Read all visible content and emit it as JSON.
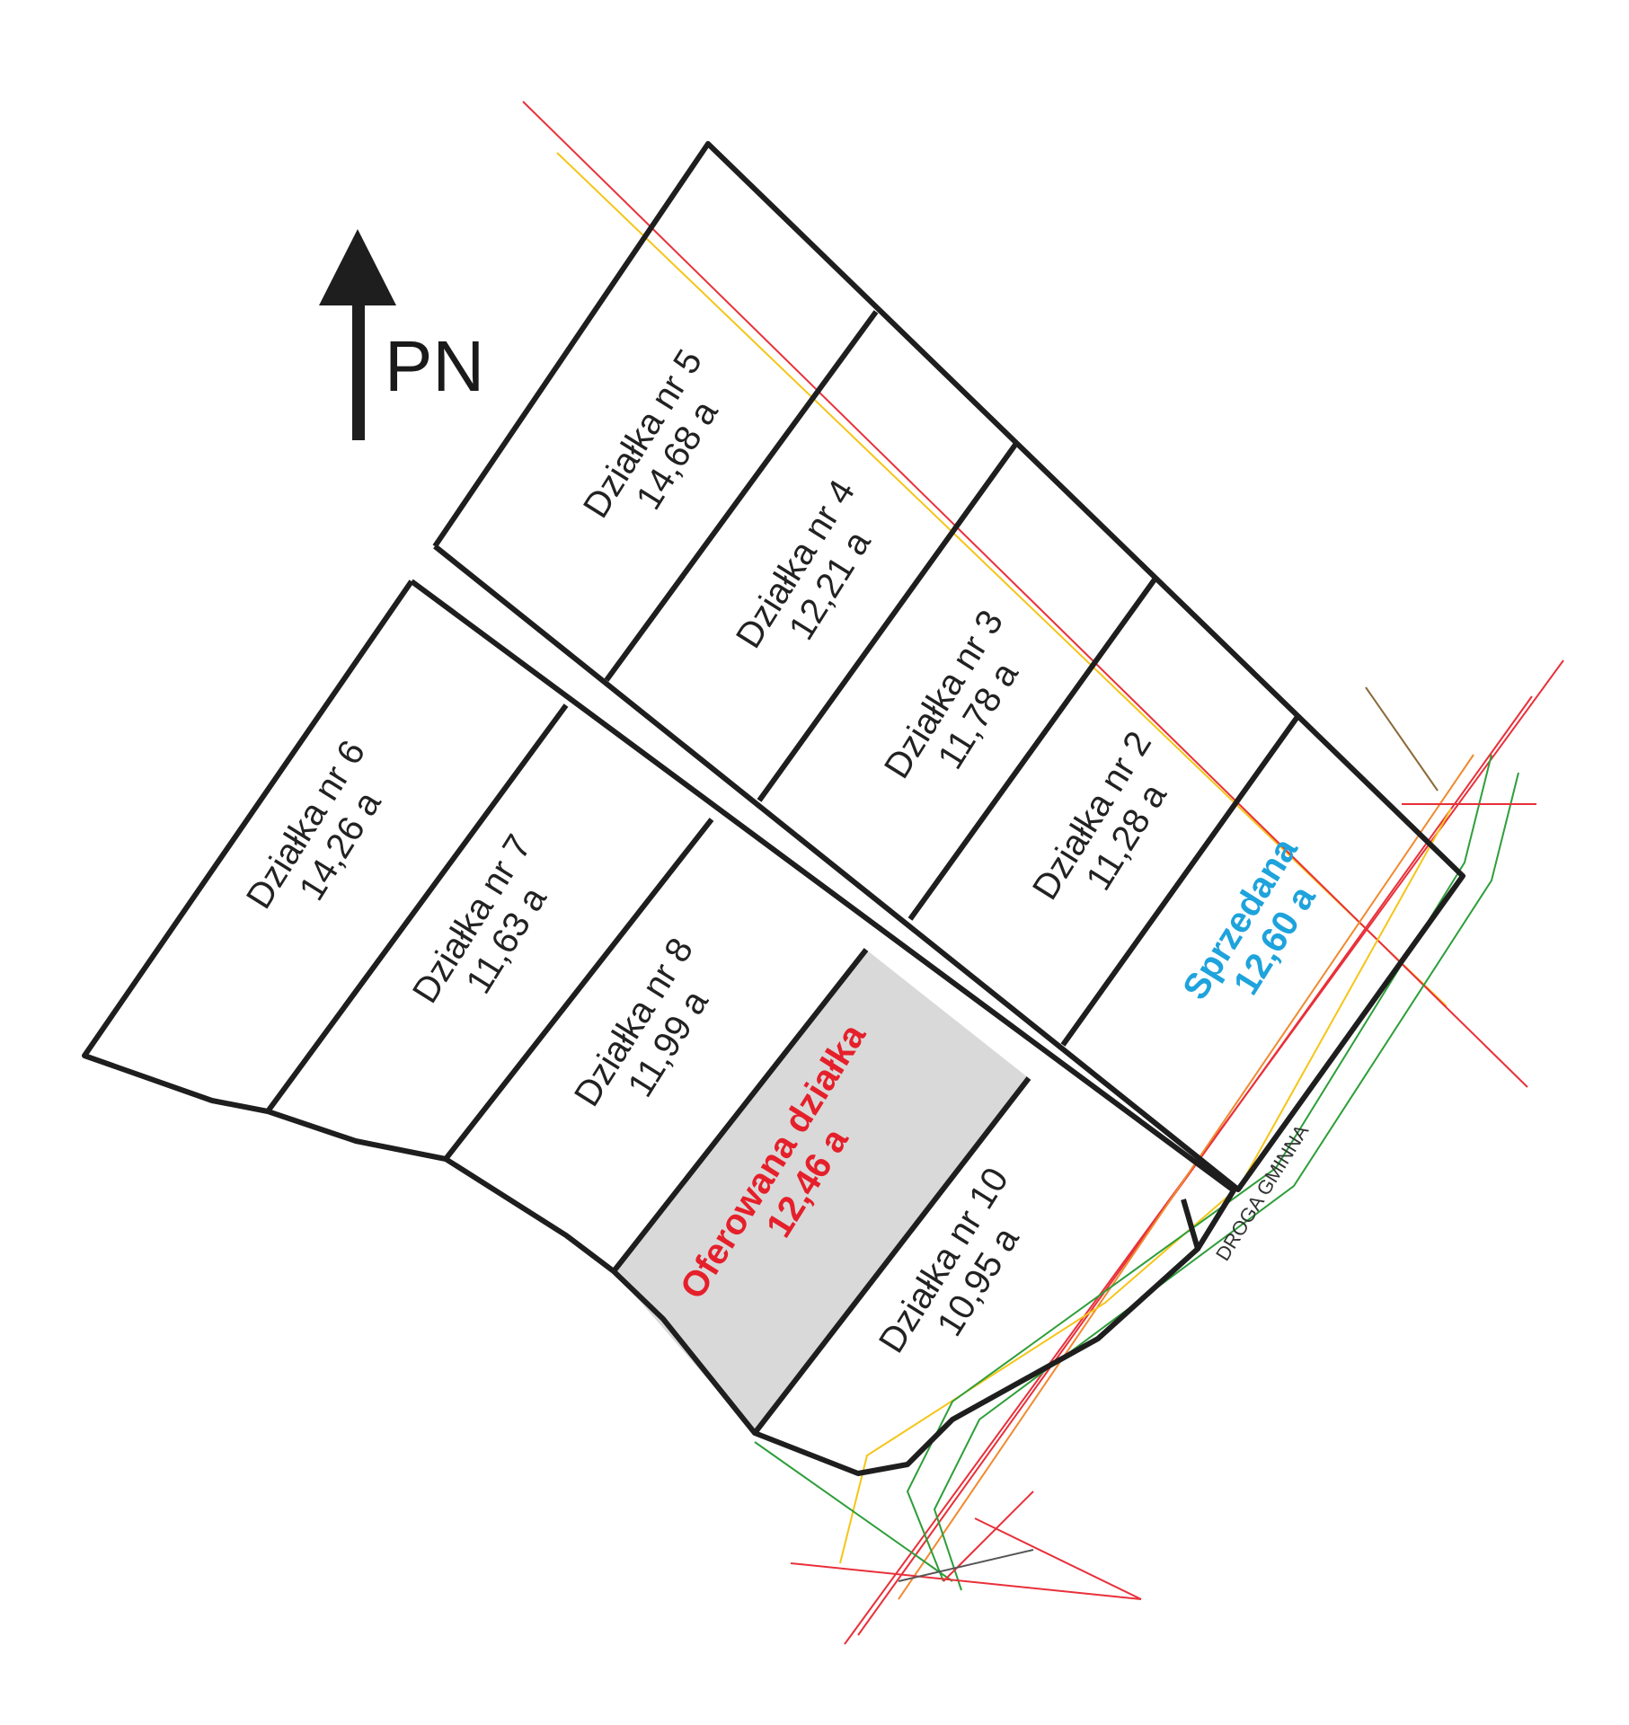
{
  "north_label": "PN",
  "road_label": "DROGA GMINNA",
  "colors": {
    "boundary": "#1e1e1e",
    "offered_fill": "#d9d9d9",
    "offered_text": "#e5202b",
    "sold_text": "#1ea3dc",
    "utility_red": "#e8303a",
    "utility_yellow": "#f5c518",
    "utility_green": "#2e9e3a"
  },
  "parcels": [
    {
      "id": "5",
      "name": "Działka nr 5",
      "area": "14,68 a"
    },
    {
      "id": "4",
      "name": "Działka nr 4",
      "area": "12,21 a"
    },
    {
      "id": "3",
      "name": "Działka nr 3",
      "area": "11,78 a"
    },
    {
      "id": "2",
      "name": "Działka nr 2",
      "area": "11,28 a"
    },
    {
      "id": "1",
      "name": "Sprzedana",
      "area": "12,60 a",
      "status": "sold"
    },
    {
      "id": "6",
      "name": "Działka nr 6",
      "area": "14,26 a"
    },
    {
      "id": "7",
      "name": "Działka nr 7",
      "area": "11,63 a"
    },
    {
      "id": "8",
      "name": "Działka nr 8",
      "area": "11,99 a"
    },
    {
      "id": "9",
      "name": "Oferowana działka",
      "area": "12,46 a",
      "status": "offered"
    },
    {
      "id": "10",
      "name": "Działka nr 10",
      "area": "10,95 a"
    }
  ]
}
